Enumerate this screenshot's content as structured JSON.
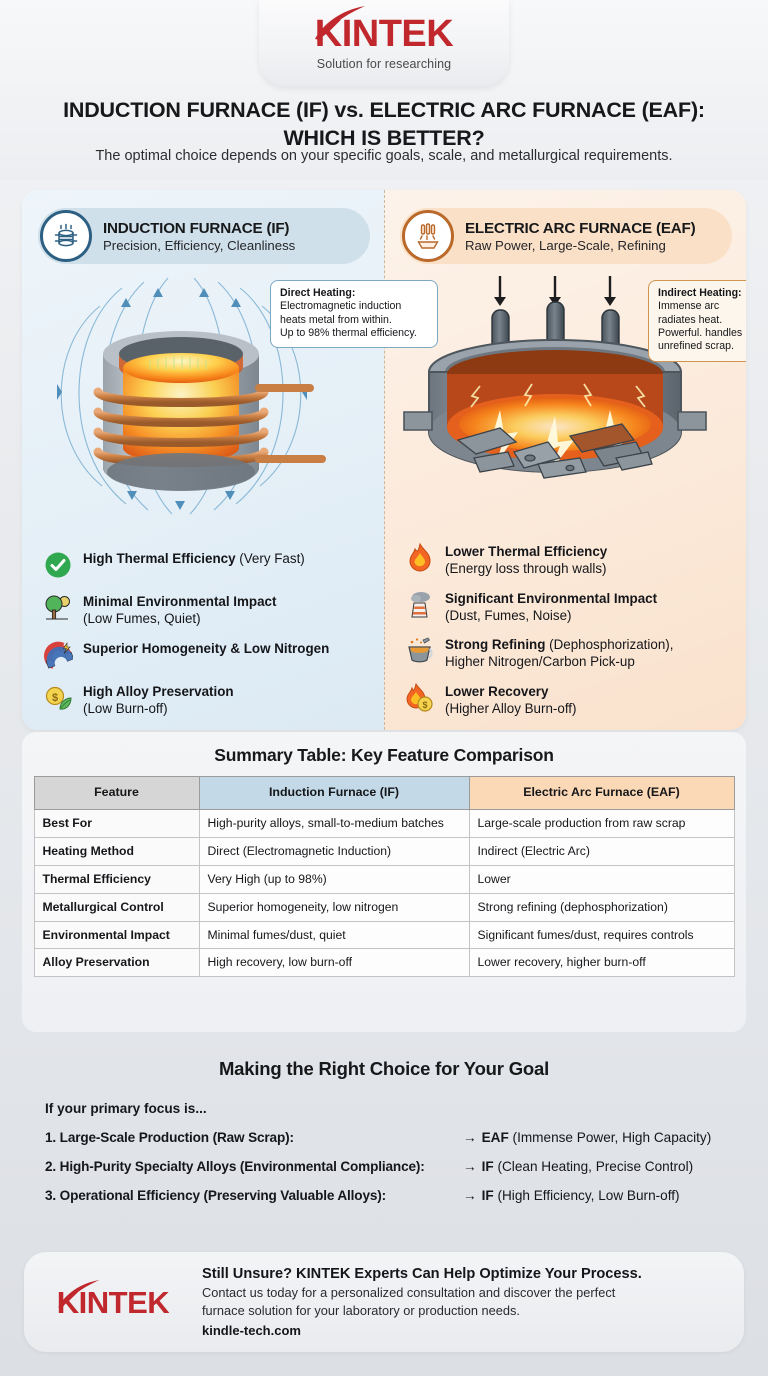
{
  "brand": {
    "name": "KINTEK",
    "tagline": "Solution for researching",
    "color": "#c0282d"
  },
  "header": {
    "title_line1": "INDUCTION FURNACE (IF) vs. ELECTRIC ARC FURNACE (EAF):",
    "title_line2": "WHICH IS BETTER?",
    "subtitle": "The optimal choice depends on your specific goals, scale, and metallurgical requirements."
  },
  "comparison": {
    "induction": {
      "title": "INDUCTION FURNACE (IF)",
      "subtitle": "Precision, Efficiency, Cleanliness",
      "badge_icon": "induction-coil-icon",
      "accent": "#2d5f82",
      "callout": {
        "heading": "Direct Heating:",
        "line1": "Electromagnetic induction",
        "line2": "heats metal from within.",
        "line3": "Up to 98% thermal efficiency."
      },
      "features": [
        {
          "icon": "green-check-icon",
          "bold": "High Thermal Efficiency",
          "rest": " (Very Fast)",
          "second": ""
        },
        {
          "icon": "tree-icon",
          "bold": "Minimal Environmental Impact",
          "rest": "",
          "second": "(Low Fumes, Quiet)"
        },
        {
          "icon": "magnet-icon",
          "bold": "Superior Homogeneity & Low Nitrogen",
          "rest": "",
          "second": ""
        },
        {
          "icon": "coin-leaf-icon",
          "bold": "High Alloy Preservation",
          "rest": "",
          "second": "(Low Burn-off)"
        }
      ]
    },
    "arc": {
      "title": "ELECTRIC ARC FURNACE (EAF)",
      "subtitle": "Raw Power, Large-Scale, Refining",
      "badge_icon": "electrode-crucible-icon",
      "accent": "#b9692a",
      "callout": {
        "heading": "Indirect Heating:",
        "line1": "Immense arc",
        "line2": "radiates heat.",
        "line3": "Powerful. handles",
        "line4": "unrefined scrap."
      },
      "features": [
        {
          "icon": "flame-icon",
          "bold": "Lower Thermal Efficiency",
          "rest": "",
          "second": "(Energy loss through walls)"
        },
        {
          "icon": "smokestack-icon",
          "bold": "Significant Environmental Impact",
          "rest": "",
          "second": "(Dust, Fumes, Noise)"
        },
        {
          "icon": "ladle-icon",
          "bold": "Strong Refining",
          "rest": " (Dephosphorization),",
          "second": "Higher Nitrogen/Carbon Pick-up"
        },
        {
          "icon": "flame-coin-icon",
          "bold": "Lower Recovery",
          "rest": "",
          "second": "(Higher Alloy Burn-off)"
        }
      ]
    }
  },
  "table": {
    "heading": "Summary Table: Key Feature Comparison",
    "columns": [
      "Feature",
      "Induction Furnace (IF)",
      "Electric Arc Furnace (EAF)"
    ],
    "rows": [
      [
        "Best For",
        "High-purity alloys, small-to-medium batches",
        "Large-scale production from raw scrap"
      ],
      [
        "Heating Method",
        "Direct (Electromagnetic Induction)",
        "Indirect (Electric Arc)"
      ],
      [
        "Thermal Efficiency",
        "Very High (up to 98%)",
        "Lower"
      ],
      [
        "Metallurgical Control",
        "Superior homogeneity, low nitrogen",
        "Strong refining (dephosphorization)"
      ],
      [
        "Environmental Impact",
        "Minimal fumes/dust, quiet",
        "Significant fumes/dust, requires controls"
      ],
      [
        "Alloy Preservation",
        "High recovery, low burn-off",
        "Lower recovery, higher burn-off"
      ]
    ]
  },
  "choice": {
    "heading": "Making the Right Choice for Your Goal",
    "lead": "If your primary focus is...",
    "rows": [
      {
        "question": "1. Large-Scale Production (Raw Scrap):",
        "arrow": "→",
        "answer_bold": "EAF",
        "answer_rest": " (Immense Power, High Capacity)"
      },
      {
        "question": "2. High-Purity Specialty Alloys (Environmental Compliance):",
        "arrow": "→",
        "answer_bold": "IF",
        "answer_rest": " (Clean Heating, Precise Control)"
      },
      {
        "question": "3. Operational Efficiency (Preserving Valuable Alloys):",
        "arrow": "→",
        "answer_bold": "IF",
        "answer_rest": " (High Efficiency, Low Burn-off)"
      }
    ]
  },
  "footer": {
    "heading": "Still Unsure? KINTEK Experts Can Help Optimize Your Process.",
    "body_line1": "Contact us today for a personalized consultation and discover the perfect",
    "body_line2": "furnace solution for your laboratory or production needs.",
    "url": "kindle-tech.com"
  }
}
